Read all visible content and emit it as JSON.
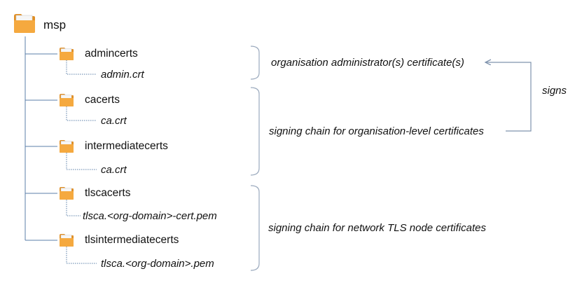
{
  "tree": {
    "root": {
      "label": "msp",
      "icon": "folder-icon"
    },
    "folders": [
      {
        "label": "admincerts",
        "file": "admin.crt",
        "icon": "folder-icon"
      },
      {
        "label": "cacerts",
        "file": "ca.crt",
        "icon": "folder-icon"
      },
      {
        "label": "intermediatecerts",
        "file": "ca.crt",
        "icon": "folder-icon"
      },
      {
        "label": "tlscacerts",
        "file": "tlsca.<org-domain>-cert.pem",
        "icon": "folder-icon"
      },
      {
        "label": "tlsintermediatecerts",
        "file": "tlsca.<org-domain>.pem",
        "icon": "folder-icon"
      }
    ]
  },
  "annotations": {
    "admin": "organisation administrator(s) certificate(s)",
    "signing_chain": "signing chain for organisation-level certificates",
    "tls_chain": "signing chain for network TLS node certificates",
    "signs": "signs"
  },
  "colors": {
    "tree_line": "#5b7fa8",
    "bracket": "#9aa9bd",
    "arrow": "#7f93ad",
    "folder_orange": "#f0a33a",
    "folder_paper": "#f6f6f6",
    "text": "#111111"
  }
}
